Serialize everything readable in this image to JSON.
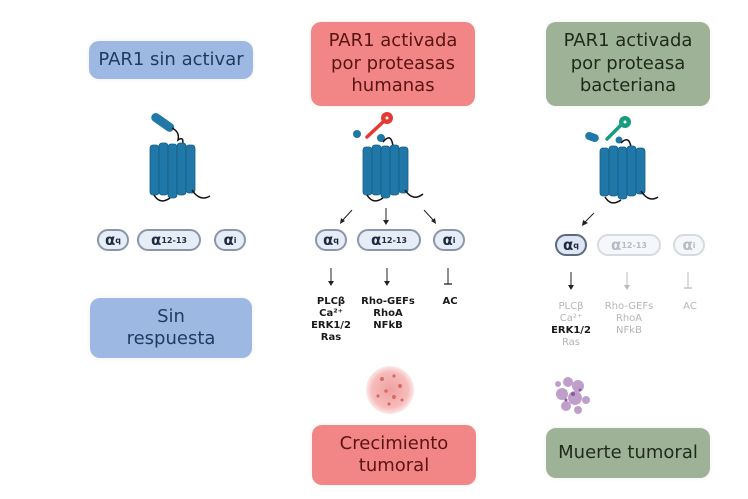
{
  "columns": [
    {
      "id": "inactive",
      "title": "PAR1 sin activar",
      "g_proteins": [
        "q",
        "12-13",
        "i"
      ],
      "effectors": [],
      "outcome": "Sin\nrespuesta",
      "color": "#9db9e3"
    },
    {
      "id": "human",
      "title": "PAR1 activada\npor proteasas\nhumanas",
      "g_proteins": [
        "q",
        "12-13",
        "i"
      ],
      "effectors": [
        {
          "lines": [
            "PLCβ",
            "Ca²⁺",
            "ERK1/2",
            "Ras"
          ],
          "arrow": "activate"
        },
        {
          "lines": [
            "Rho-GEFs",
            "RhoA",
            "NFkB"
          ],
          "arrow": "activate"
        },
        {
          "lines": [
            "AC"
          ],
          "arrow": "inhibit"
        }
      ],
      "outcome": "Crecimiento\ntumoral",
      "color": "#f28585",
      "protease_color": "#e53935"
    },
    {
      "id": "bacterial",
      "title": "PAR1 activada\npor proteasa\nbacteriana",
      "g_proteins": [
        "q",
        "12-13",
        "i"
      ],
      "effectors": [
        {
          "lines": [
            "PLCβ",
            "Ca²⁺",
            "ERK1/2",
            "Ras"
          ],
          "highlight": "ERK1/2",
          "arrow": "activate"
        },
        {
          "lines": [
            "Rho-GEFs",
            "RhoA",
            "NFkB"
          ],
          "arrow": "activate"
        },
        {
          "lines": [
            "AC"
          ],
          "arrow": "inhibit"
        }
      ],
      "outcome": "Muerte tumoral",
      "color": "#9db296",
      "protease_color": "#1a9a7f"
    }
  ],
  "alpha_symbol": "α",
  "receptor_color": "#1f78a8"
}
